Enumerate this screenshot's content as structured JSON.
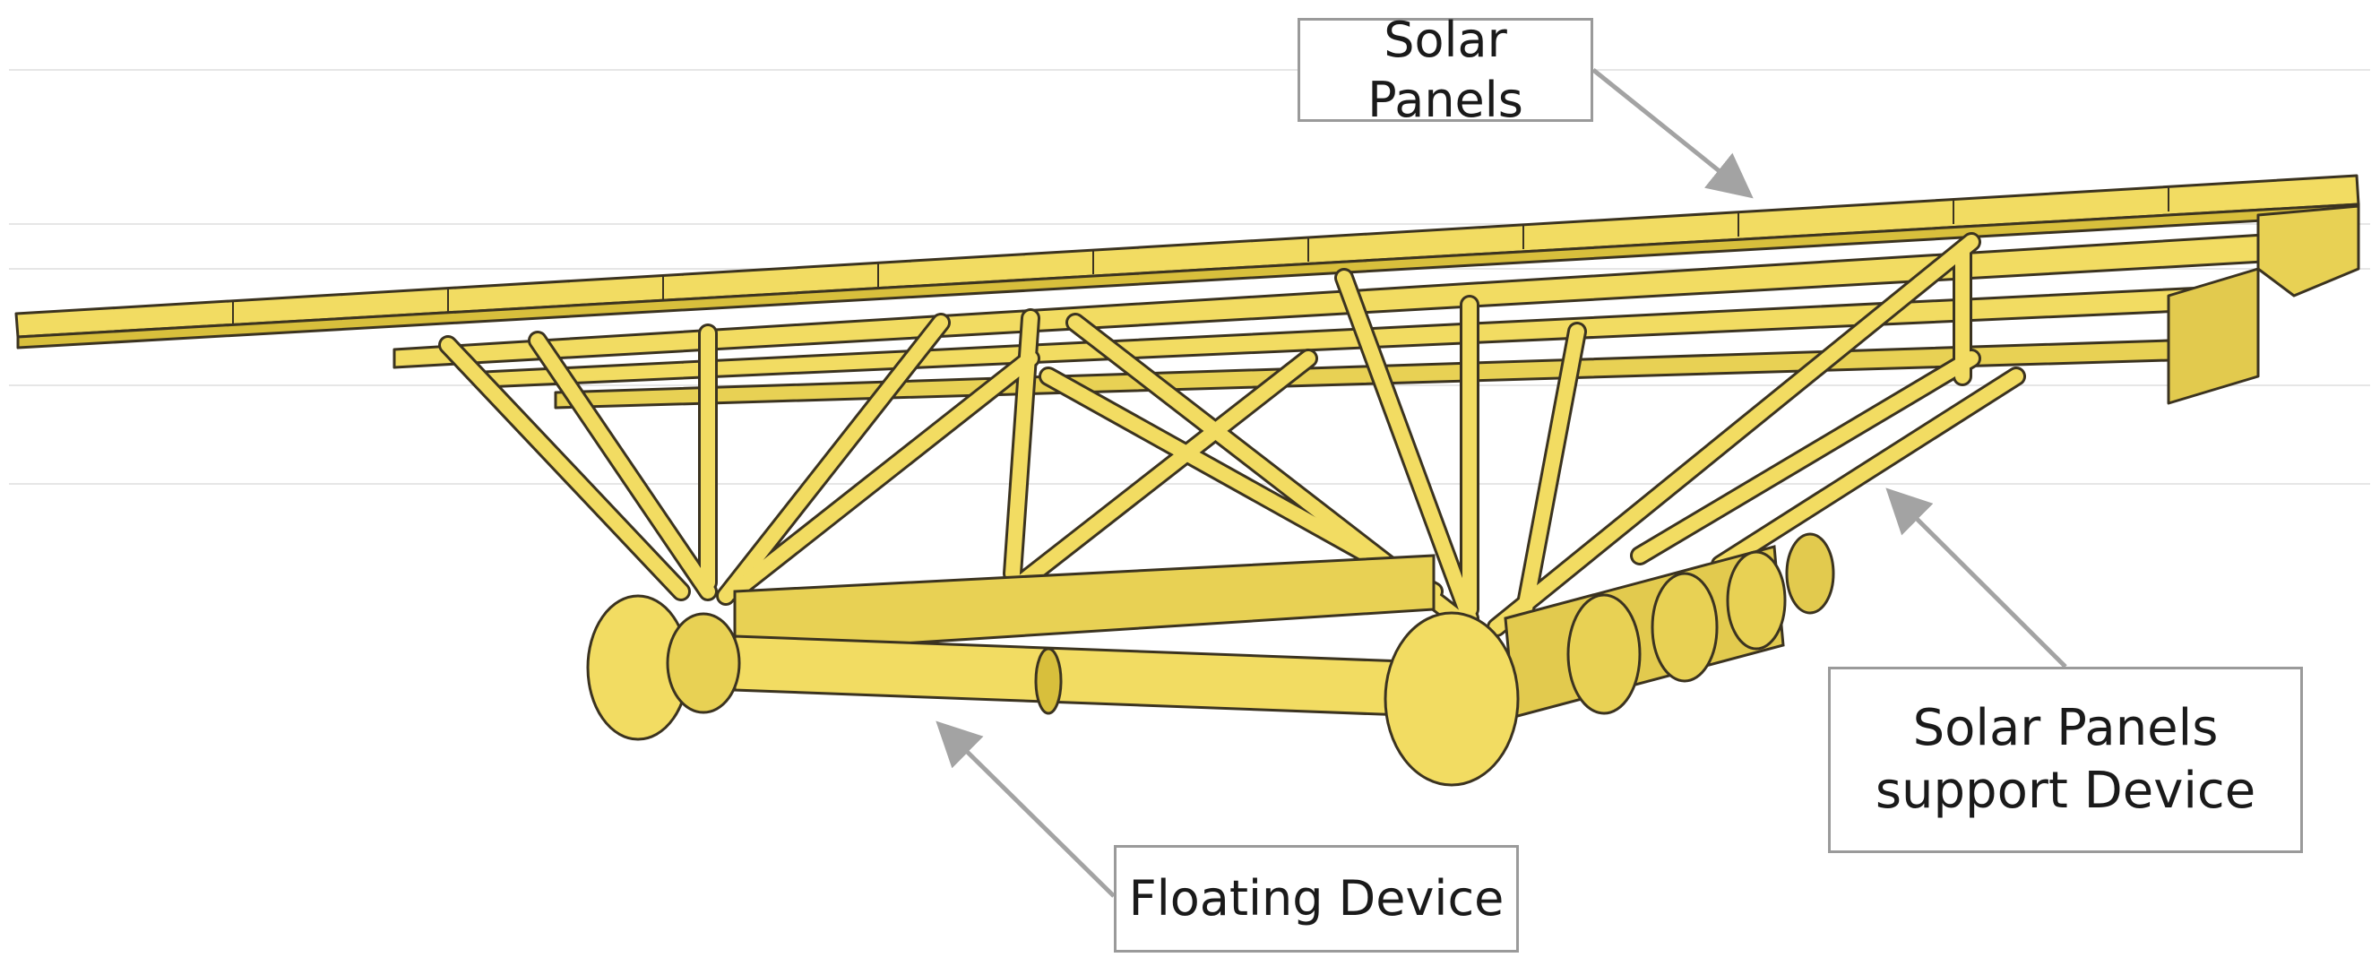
{
  "labels": {
    "solar_panels": "Solar Panels",
    "floating_device": "Floating Device",
    "support_device": {
      "line1": "Solar Panels",
      "line2": "support Device"
    }
  },
  "colors": {
    "structure_fill": "#f2dc62",
    "structure_shade": "#d8bf3c",
    "structure_outline": "#3b3320",
    "arrow": "#a3a3a3",
    "callout_border": "#9a9a9a"
  }
}
